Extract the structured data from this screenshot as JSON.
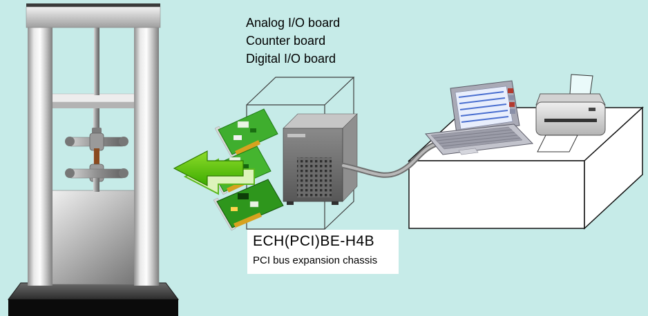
{
  "colors": {
    "background": "#c6ebe8",
    "arrow_green": "#4db800",
    "card_green": "#3fae2e"
  },
  "labels": {
    "board_list": [
      "Analog I/O board",
      "Counter board",
      "Digital I/O board"
    ],
    "chassis_model": "ECH(PCI)BE-H4B",
    "chassis_description": "PCI bus expansion chassis"
  }
}
